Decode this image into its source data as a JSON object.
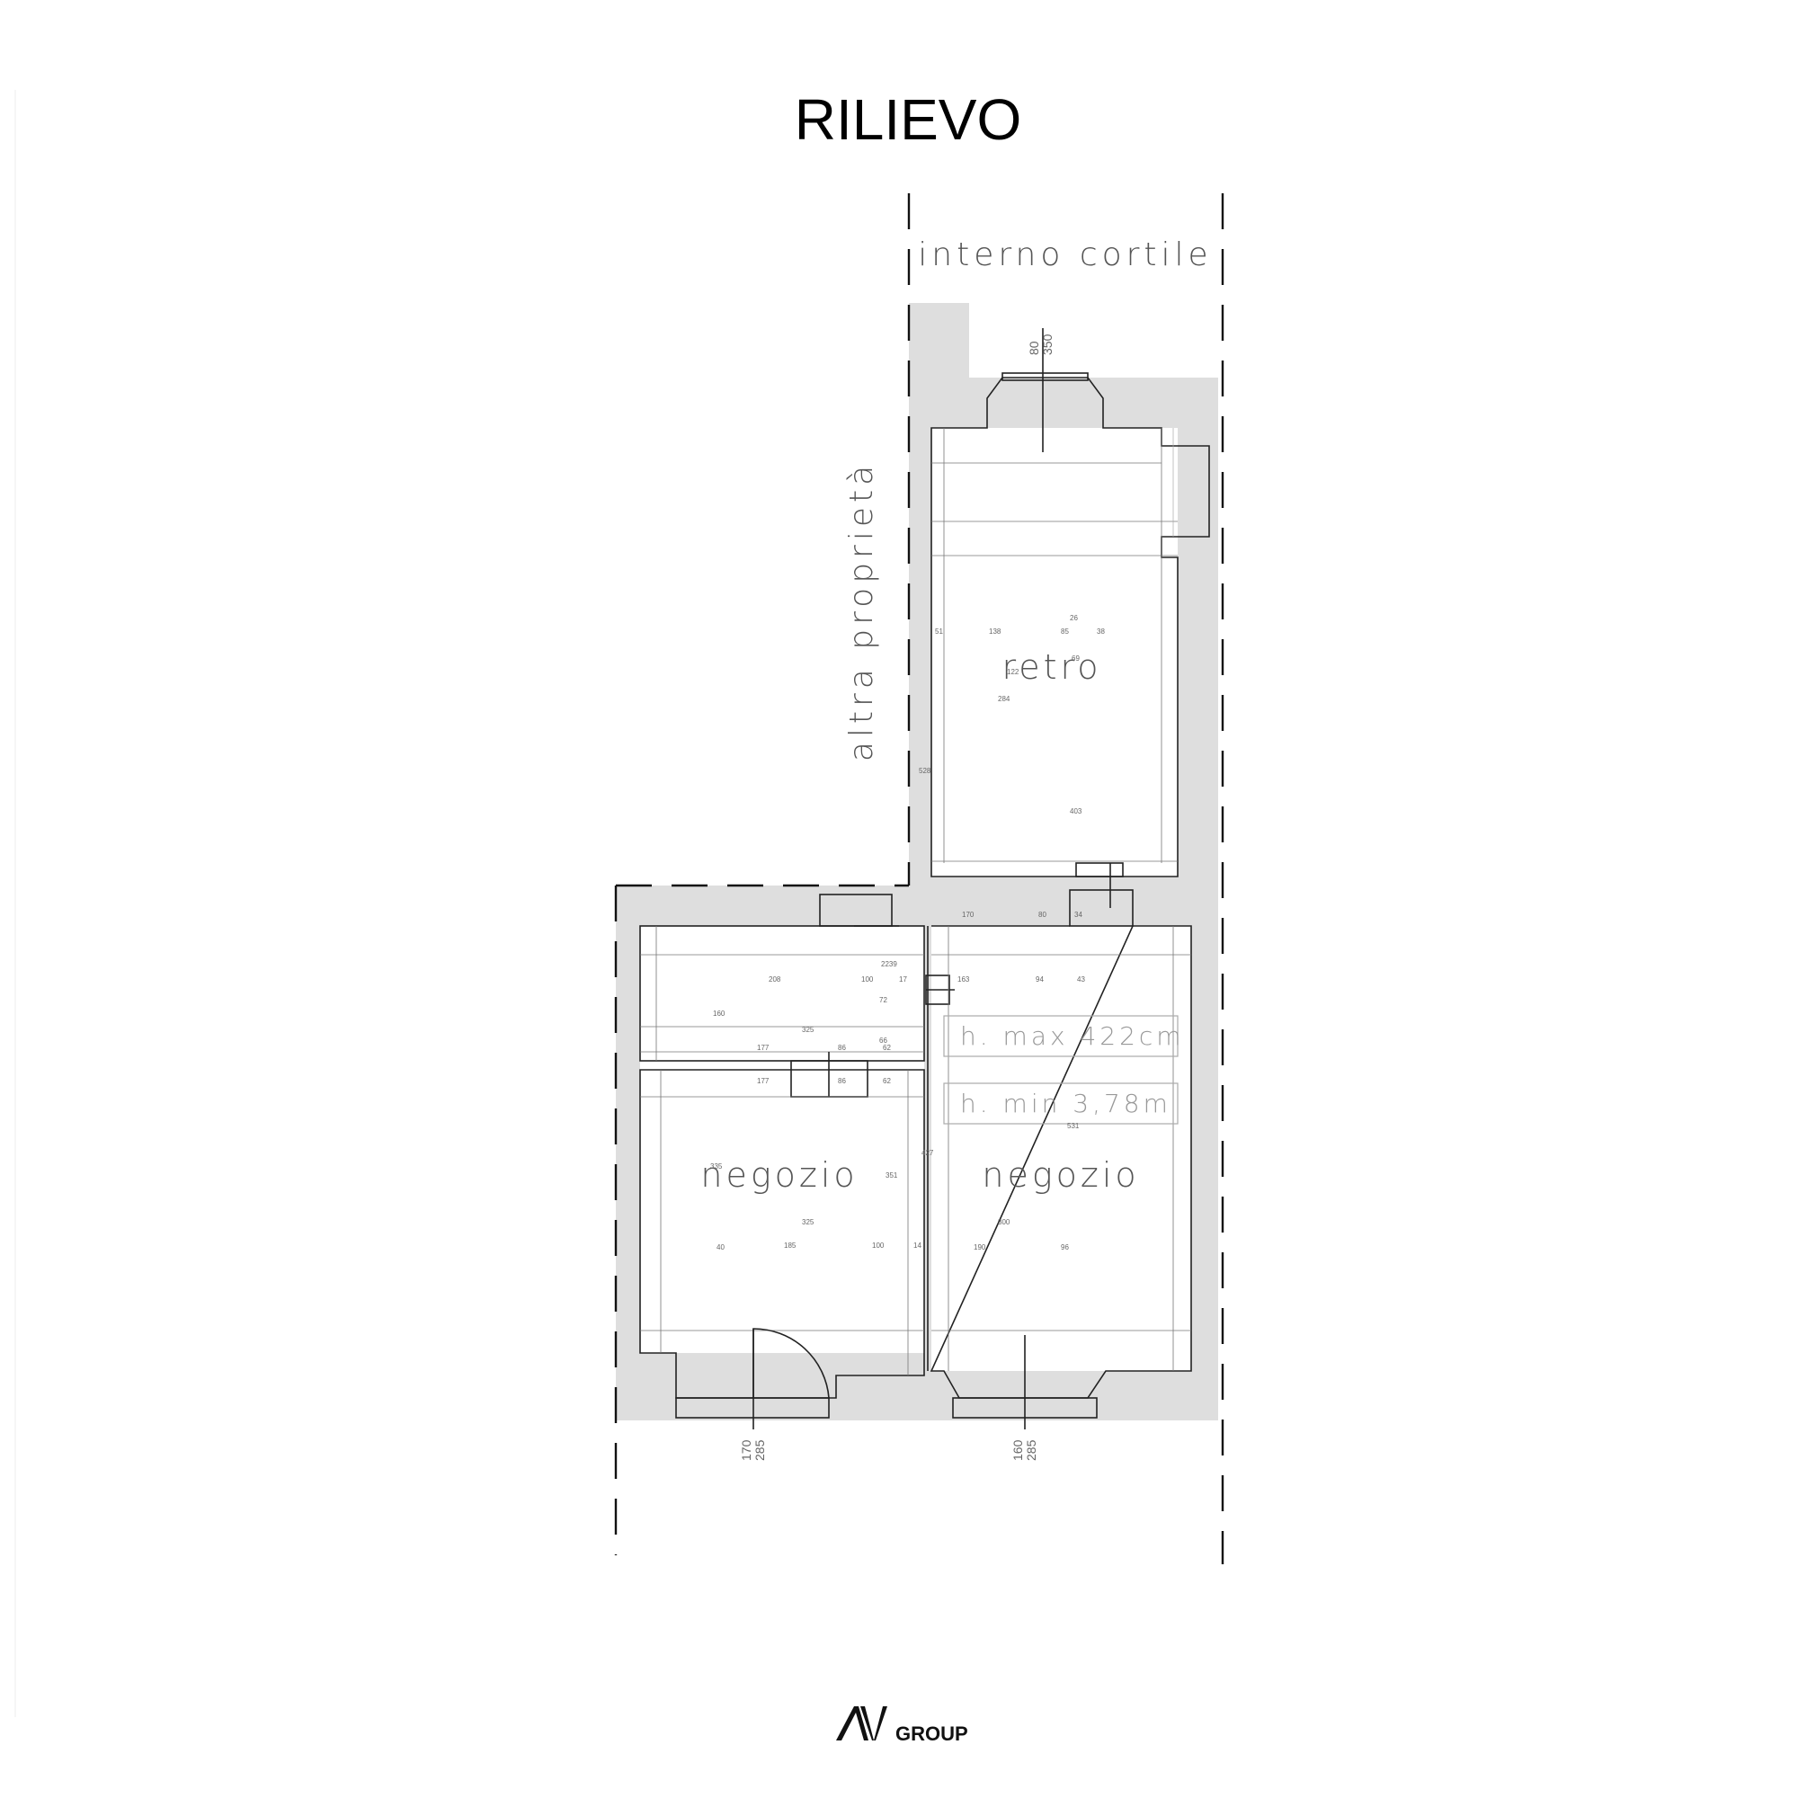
{
  "title": "RILIEVO",
  "labels": {
    "courtyard": "interno cortile",
    "neighbor": "altra proprietà",
    "room_back": "retro",
    "room_shop_left": "negozio",
    "room_shop_right": "negozio",
    "height_max": "h. max 422cm",
    "height_min": "h. min 3,78m"
  },
  "window_dims": {
    "top_a": "80",
    "top_b": "350",
    "bottom_left_a": "170",
    "bottom_left_b": "285",
    "bottom_right_a": "160",
    "bottom_right_b": "285"
  },
  "dimensions": {
    "retro": [
      "51",
      "138",
      "85",
      "38",
      "26",
      "69",
      "122",
      "284",
      "528",
      "403"
    ],
    "corridor": [
      "170",
      "80",
      "34"
    ],
    "upper_left": [
      "208",
      "100",
      "17",
      "2239",
      "72",
      "160",
      "325",
      "177",
      "86",
      "66",
      "62"
    ],
    "upper_right": [
      "163",
      "94",
      "43"
    ],
    "lower_left": [
      "177",
      "86",
      "62",
      "335",
      "351",
      "325",
      "40",
      "185",
      "100",
      "14"
    ],
    "lower_right": [
      "427",
      "531",
      "300",
      "190",
      "96"
    ]
  },
  "logo": {
    "mark": "AV",
    "text": "GROUP"
  }
}
